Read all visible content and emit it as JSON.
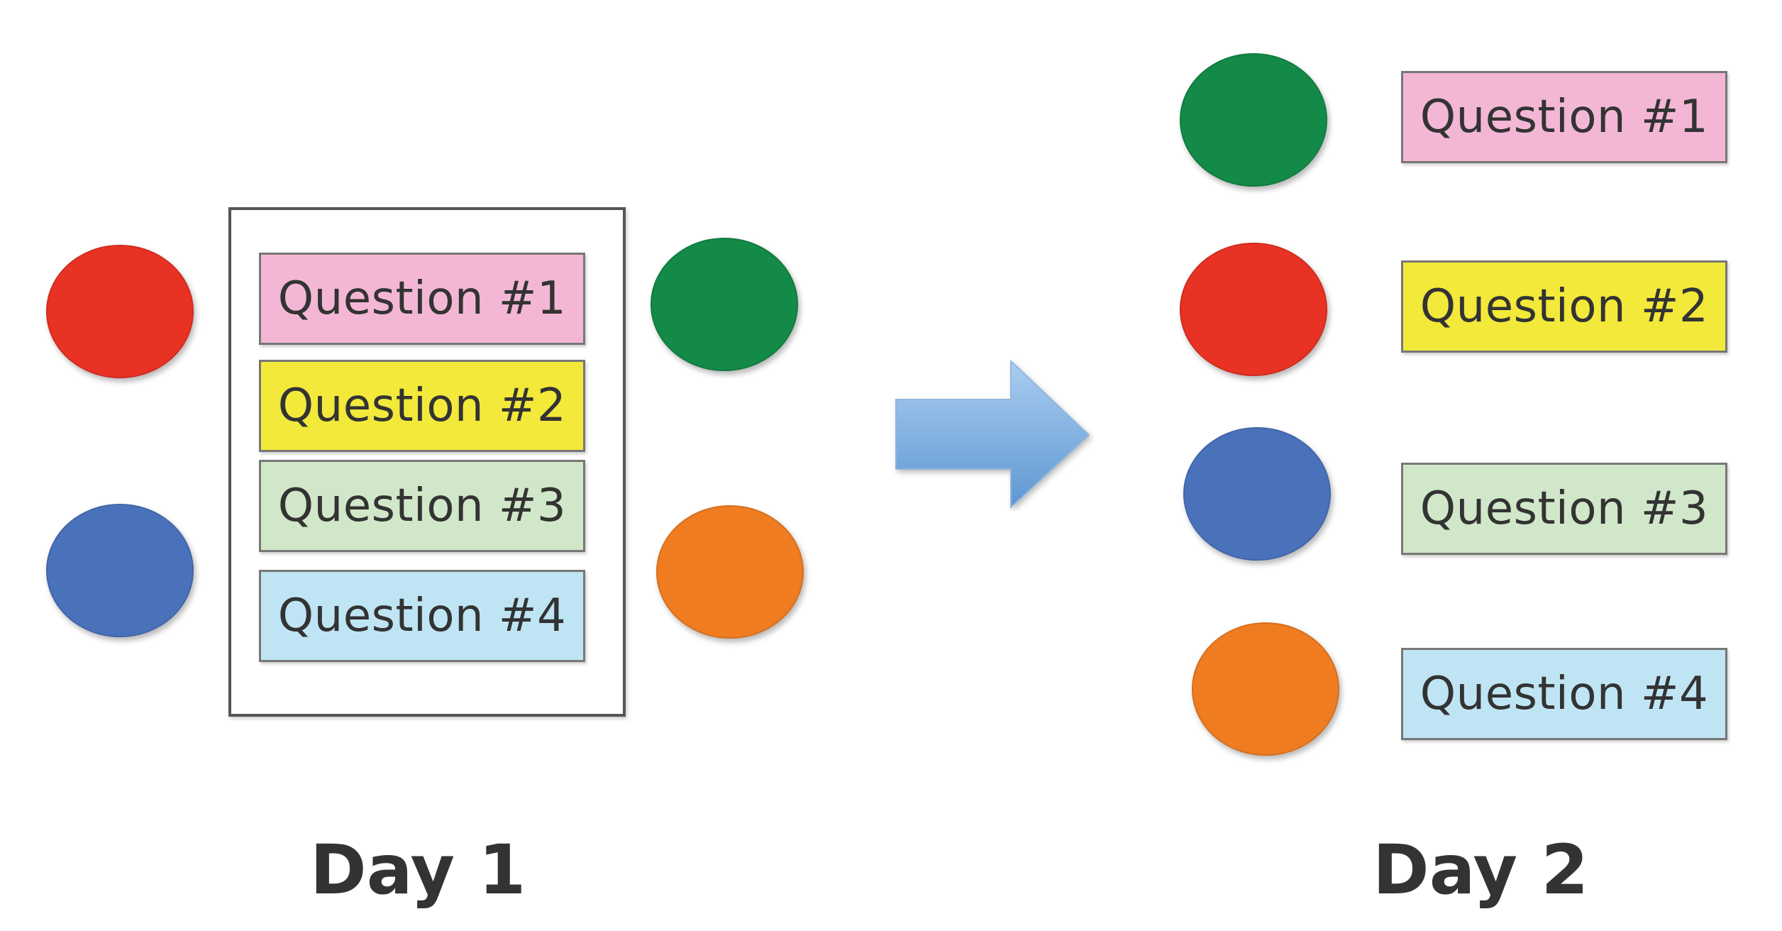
{
  "colors": {
    "red": "#e83224",
    "blue": "#4a72bb",
    "green": "#138a48",
    "orange": "#ef7c21",
    "pink": "#f3b7d5",
    "yellow": "#f2e93a",
    "light_green": "#d1e7c9",
    "light_blue": "#bfe5f4",
    "arrow": "#7eb2e2"
  },
  "day1": {
    "label": "Day 1",
    "questions": [
      "Question #1",
      "Question #2",
      "Question #3",
      "Question #4"
    ]
  },
  "day2": {
    "label": "Day 2",
    "questions": [
      "Question #1",
      "Question #2",
      "Question #3",
      "Question #4"
    ]
  }
}
